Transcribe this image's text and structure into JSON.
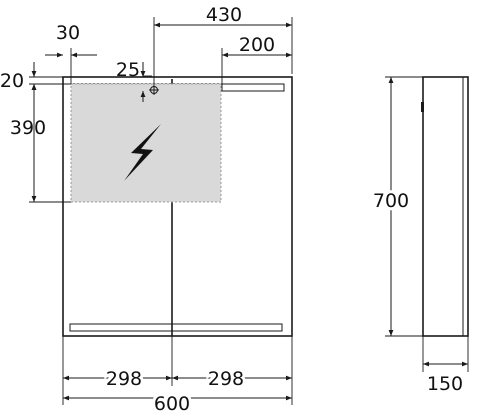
{
  "dimensions": {
    "top_430": "430",
    "top_200": "200",
    "top_30": "30",
    "top_25": "25",
    "left_20": "20",
    "left_390": "390",
    "side_700": "700",
    "bottom_298_left": "298",
    "bottom_298_right": "298",
    "bottom_600": "600",
    "side_150": "150"
  },
  "icons": {
    "electric": "lightning-bolt-icon"
  },
  "colors": {
    "line": "#1a1a1a",
    "socket_area": "#d9d9d9",
    "socket_border": "#9a9a9a",
    "bolt": "#111111"
  }
}
